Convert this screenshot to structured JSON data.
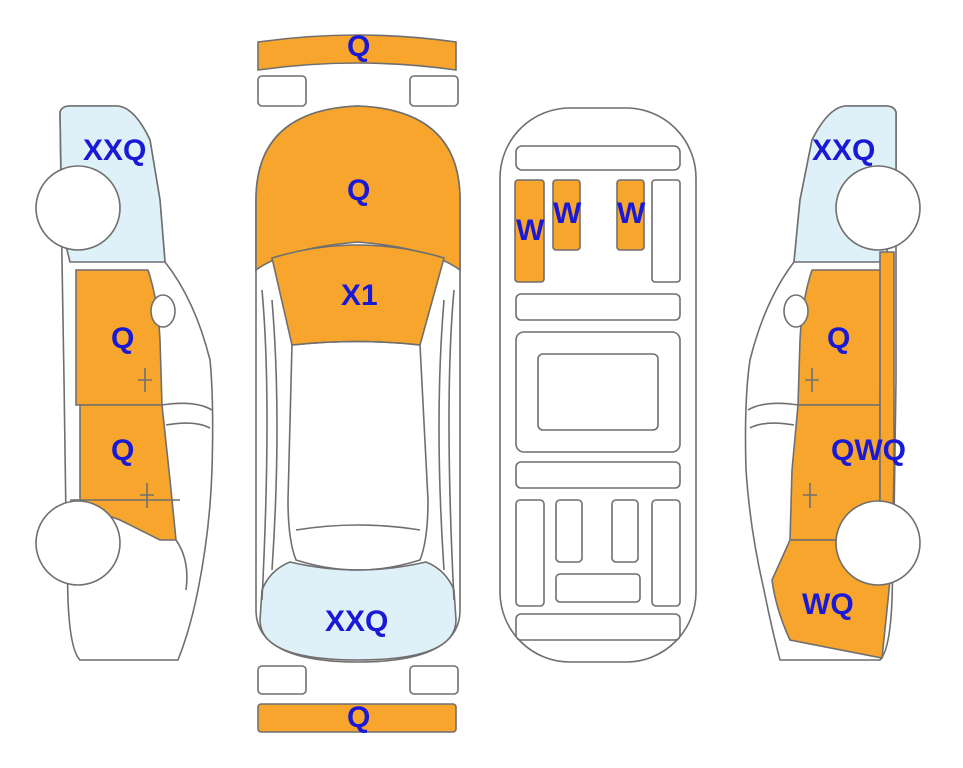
{
  "colors": {
    "damage_fill": "#f7a52c",
    "glass_fill": "#dff1f8",
    "label_color": "#1a1ad6",
    "outline": "#6f6f6f"
  },
  "labels": {
    "front_bumper": "Q",
    "hood": "Q",
    "windshield": "X1",
    "rear_window": "XXQ",
    "rear_bumper": "Q",
    "left_front_glass": "XXQ",
    "left_front_door": "Q",
    "left_rear_door": "Q",
    "right_front_glass": "XXQ",
    "right_front_door": "Q",
    "right_rear_door": "QWQ",
    "right_rear_quarter": "WQ",
    "interior_seat_1": "W",
    "interior_seat_2": "W",
    "interior_seat_3": "W"
  }
}
